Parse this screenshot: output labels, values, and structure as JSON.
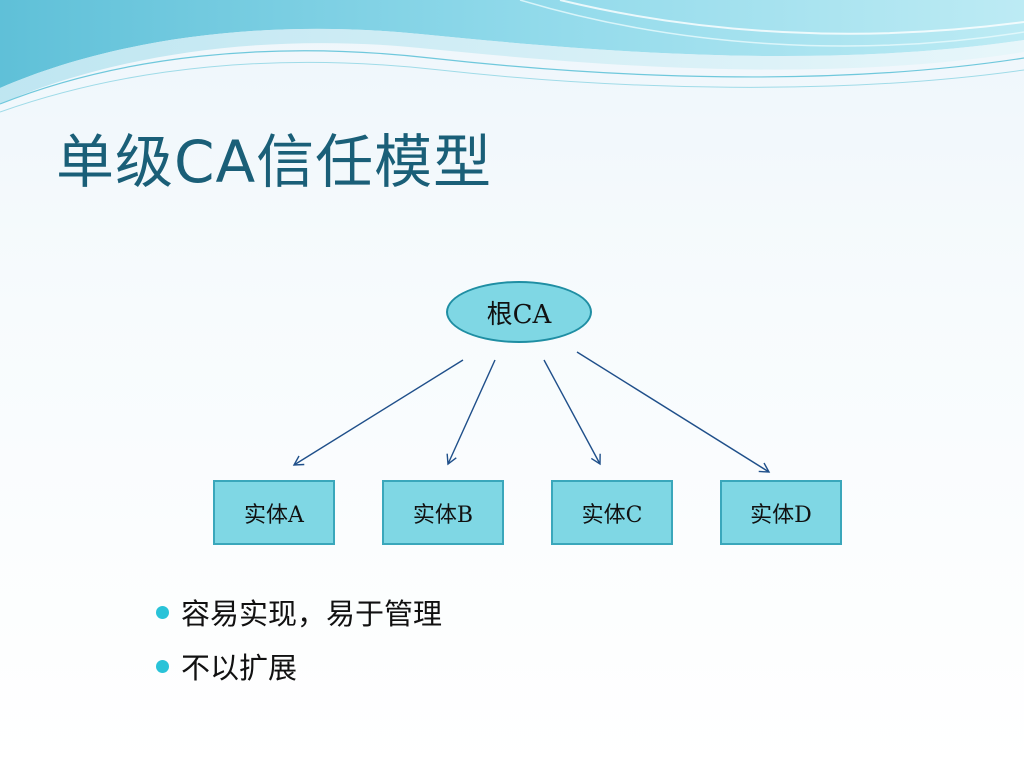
{
  "slide": {
    "title": "单级CA信任模型"
  },
  "diagram": {
    "root": {
      "label": "根CA"
    },
    "entities": [
      {
        "label": "实体A"
      },
      {
        "label": "实体B"
      },
      {
        "label": "实体C"
      },
      {
        "label": "实体D"
      }
    ]
  },
  "bullets": [
    {
      "text": "容易实现，易于管理"
    },
    {
      "text": "不以扩展"
    }
  ],
  "colors": {
    "title": "#1a5f78",
    "node_fill": "#7fd7e4",
    "node_border": "#1f8ea3",
    "arrow": "#1f4f8a",
    "bullet": "#29c3d8"
  }
}
